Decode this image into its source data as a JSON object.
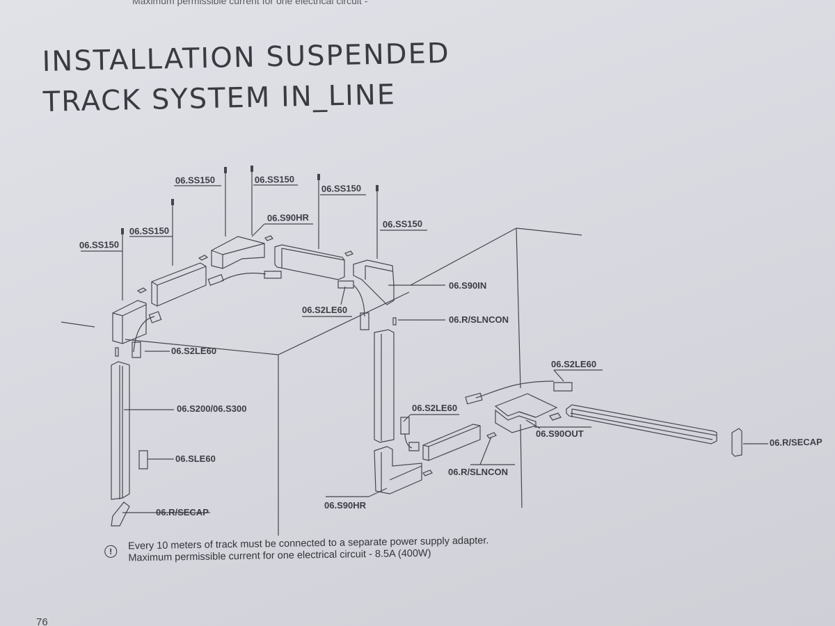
{
  "top_text": "Maximum permissible current for one electrical circuit -",
  "title": {
    "line1": "INSTALLATION SUSPENDED",
    "line2": "TRACK SYSTEM IN_LINE"
  },
  "labels": {
    "ss150": "06.SS150",
    "s90hr": "06.S90HR",
    "s90in": "06.S90IN",
    "s2le60": "06.S2LE60",
    "r_slncon": "06.R/SLNCON",
    "s200_s300": "06.S200/06.S300",
    "sle60": "06.SLE60",
    "r_secap": "06.R/SECAP",
    "s90out": "06.S90OUT"
  },
  "note": {
    "icon": "!",
    "line1": "Every 10 meters of track must be connected to a separate power supply adapter.",
    "line2": "Maximum permissible current for one electrical circuit -  8.5A (400W)"
  },
  "page_number": "76",
  "colors": {
    "paper": "#d9dae0",
    "ink": "#3c3c44"
  }
}
